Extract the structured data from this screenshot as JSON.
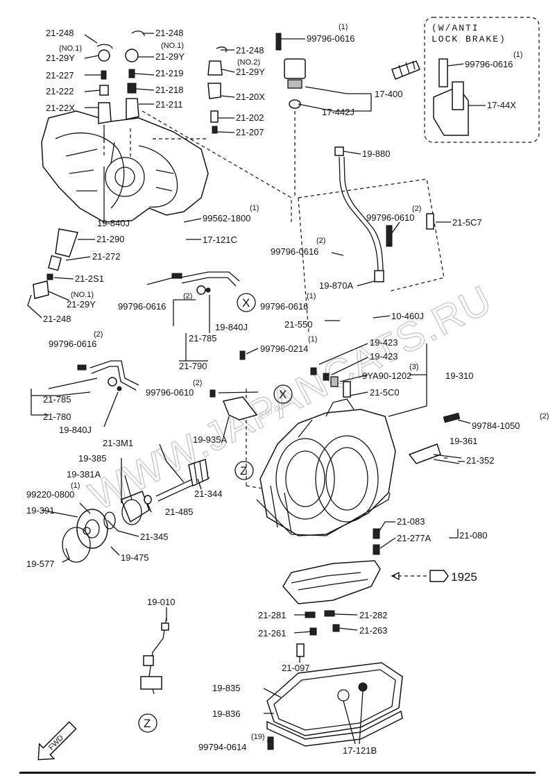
{
  "watermark": "WWW.JAPANCATS.RU",
  "watermark_small": "2.07.0026",
  "abs_box": {
    "line1": "(W/ANTI",
    "line2": "LOCK BRAKE)"
  },
  "fwd_label": "FWD",
  "ref_1925": "1925",
  "markers": {
    "x": "X",
    "z": "Z"
  },
  "labels": {
    "l_21_248_a": "21-248",
    "l_no1_a": "(NO.1)",
    "l_21_29y_a": "21-29Y",
    "l_21_227": "21-227",
    "l_21_222": "21-222",
    "l_21_22x": "21-22X",
    "l_21_248_b": "21-248",
    "l_no1_b": "(NO.1)",
    "l_21_29y_b": "21-29Y",
    "l_21_219": "21-219",
    "l_21_218": "21-218",
    "l_21_211": "21-211",
    "l_q1_a": "(1)",
    "l_99796_0616_a": "99796-0616",
    "l_21_248_c": "21-248",
    "l_no2": "(NO.2)",
    "l_21_29y_c": "21-29Y",
    "l_21_20x": "21-20X",
    "l_21_202": "21-202",
    "l_21_207": "21-207",
    "l_17_400": "17-400",
    "l_17_442j": "17-442J",
    "l_q1_abs": "(1)",
    "l_99796_0616_abs": "99796-0616",
    "l_17_44x": "17-44X",
    "l_19_880": "19-880",
    "l_19_840j_a": "19-840J",
    "l_q1_b": "(1)",
    "l_99562_1800": "99562-1800",
    "l_17_121c": "17-121C",
    "l_21_290": "21-290",
    "l_21_272": "21-272",
    "l_21_2s1": "21-2S1",
    "l_no1_c": "(NO.1)",
    "l_21_29y_d": "21-29Y",
    "l_21_248_d": "21-248",
    "l_q2_a": "(2)",
    "l_99796_0610_a": "99796-0610",
    "l_21_5c7": "21-5C7",
    "l_q2_b": "(2)",
    "l_99796_0616_b": "99796-0616",
    "l_19_870a": "19-870A",
    "l_q2_c": "(2)",
    "l_99796_0616_c": "99796-0616",
    "l_q1_c": "(1)",
    "l_99796_0616_d": "99796-0616",
    "l_19_840j_b": "19-840J",
    "l_21_550": "21-550",
    "l_10_460j": "10-460J",
    "l_21_785_a": "21-785",
    "l_q1_d": "(1)",
    "l_99796_0214": "99796-0214",
    "l_21_790": "21-790",
    "l_19_423_a": "19-423",
    "l_19_423_b": "19-423",
    "l_q3": "(3)",
    "l_9ya90_1202": "9YA90-1202",
    "l_19_310": "19-310",
    "l_21_5c0": "21-5C0",
    "l_q2_d": "(2)",
    "l_99796_0616_e": "99796-0616",
    "l_21_785_b": "21-785",
    "l_21_780": "21-780",
    "l_19_840j_c": "19-840J",
    "l_q2_e": "(2)",
    "l_99796_0610_b": "99796-0610",
    "l_19_935a": "19-935A",
    "l_q2_f": "(2)",
    "l_99784_1050": "99784-1050",
    "l_19_361": "19-361",
    "l_21_352": "21-352",
    "l_21_3m1": "21-3M1",
    "l_19_385": "19-385",
    "l_19_381a": "19-381A",
    "l_q1_e": "(1)",
    "l_99220_0800": "99220-0800",
    "l_19_391": "19-391",
    "l_21_344": "21-344",
    "l_21_485": "21-485",
    "l_21_345": "21-345",
    "l_19_577": "19-577",
    "l_19_475": "19-475",
    "l_21_083": "21-083",
    "l_21_277a": "21-277A",
    "l_21_080": "21-080",
    "l_19_010": "19-010",
    "l_21_281": "21-281",
    "l_21_282": "21-282",
    "l_21_261": "21-261",
    "l_21_263": "21-263",
    "l_21_097": "21-097",
    "l_19_835": "19-835",
    "l_19_836": "19-836",
    "l_q19": "(19)",
    "l_99794_0614": "99794-0614",
    "l_17_121b": "17-121B"
  }
}
